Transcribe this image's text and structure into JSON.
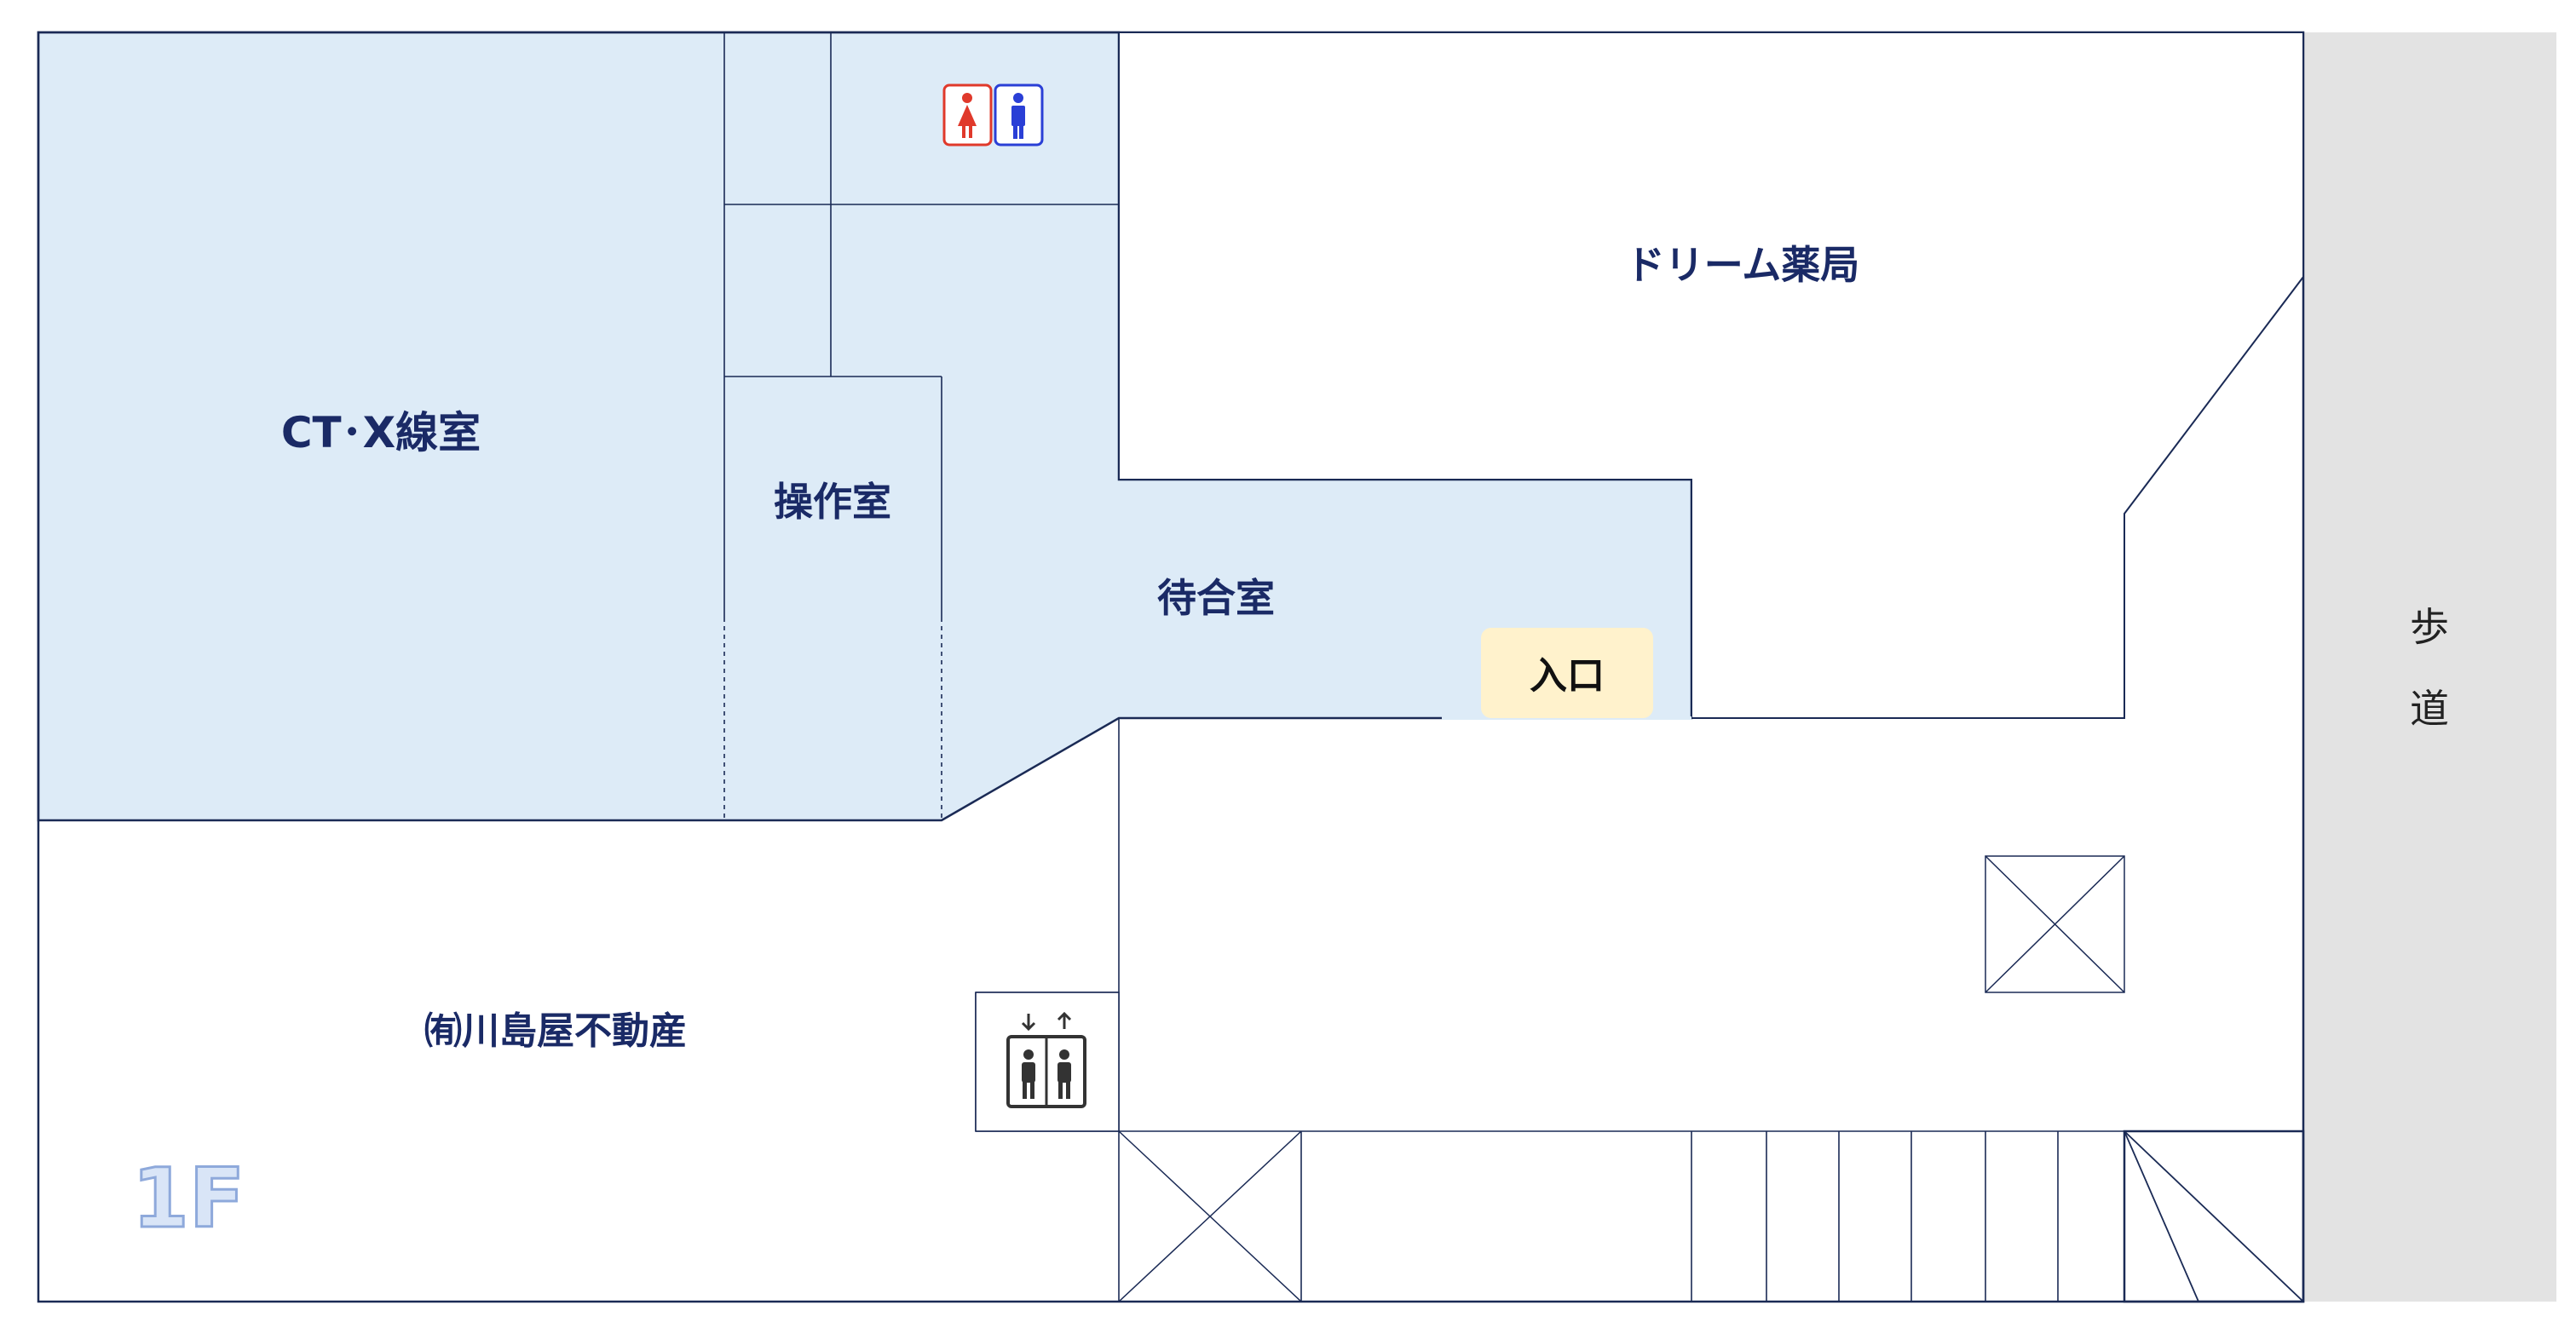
{
  "rooms": {
    "ct_xray": "CT･X線室",
    "control": "操作室",
    "waiting": "待合室",
    "pharmacy": "ドリーム薬局",
    "realestate": "㈲川島屋不動産"
  },
  "entrance": "入口",
  "walkway": [
    "歩",
    "道"
  ],
  "floor": "1F",
  "icons": {
    "toilet": "restroom-icon",
    "elevator": "elevator-icon"
  },
  "colors": {
    "clinic_fill": "#ddebf7",
    "wall": "#1a2a55",
    "walkway": "#e3e3e3",
    "entrance_fill": "#fff2cc",
    "female": "#e0392b",
    "male": "#2a3fd6",
    "floor_label": "#d9e5f7",
    "floor_outline": "#8ea9db"
  }
}
